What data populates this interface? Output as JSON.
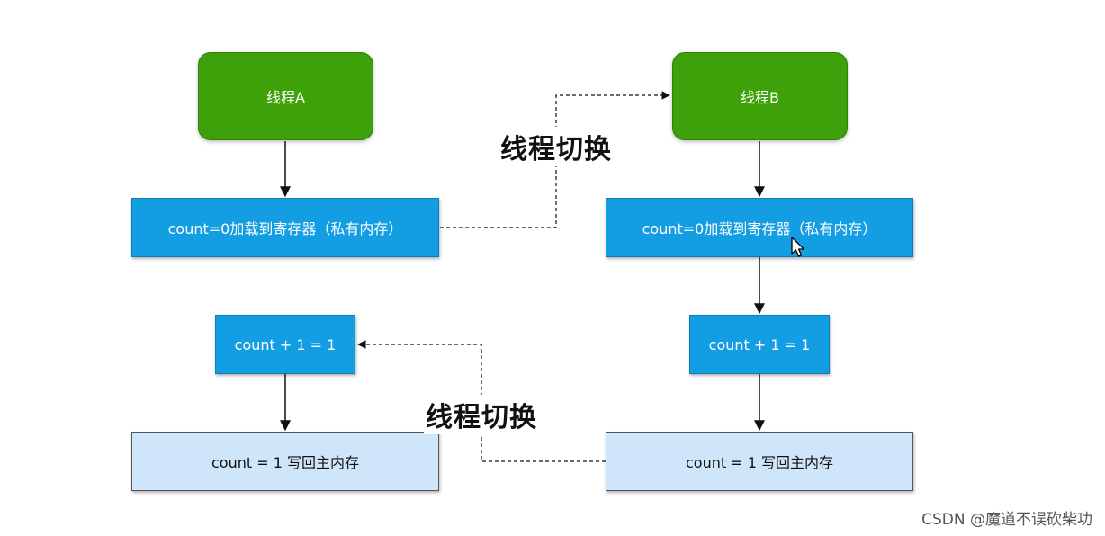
{
  "nodes": {
    "thread_a": "线程A",
    "thread_b": "线程B",
    "load_a": "count=0加载到寄存器（私有内存）",
    "load_b": "count=0加载到寄存器（私有内存）",
    "inc_a": "count + 1 = 1",
    "inc_b": "count + 1 = 1",
    "write_a": "count = 1 写回主内存",
    "write_b": "count = 1 写回主内存"
  },
  "edge_labels": {
    "switch_top": "线程切换",
    "switch_bottom": "线程切换"
  },
  "watermark": "CSDN @魔道不误砍柴功",
  "colors": {
    "thread_fill": "#3ea10a",
    "step_fill": "#139ee4",
    "write_fill": "#cfe6fa"
  }
}
